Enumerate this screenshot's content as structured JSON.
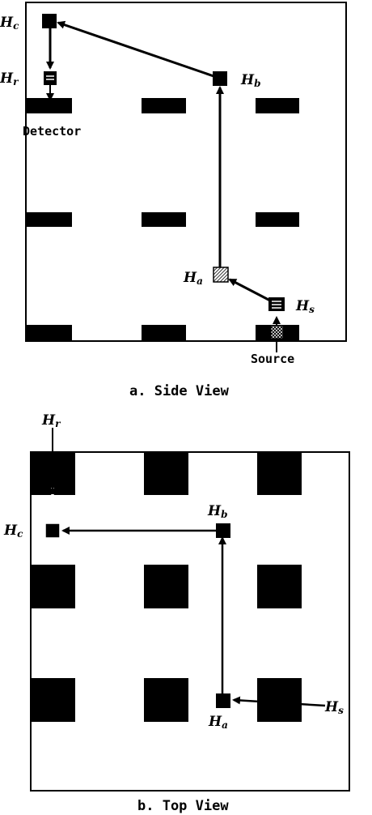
{
  "side_view": {
    "caption": "a. Side View",
    "detector_label": "Detector",
    "source_label": "Source",
    "nodes": {
      "c": {
        "sym": "H",
        "sub": "c"
      },
      "r": {
        "sym": "H",
        "sub": "r"
      },
      "b": {
        "sym": "H",
        "sub": "b"
      },
      "a": {
        "sym": "H",
        "sub": "a"
      },
      "s": {
        "sym": "H",
        "sub": "s"
      }
    }
  },
  "top_view": {
    "caption": "b. Top View",
    "nodes": {
      "r": {
        "sym": "H",
        "sub": "r"
      },
      "c": {
        "sym": "H",
        "sub": "c"
      },
      "b": {
        "sym": "H",
        "sub": "b"
      },
      "a": {
        "sym": "H",
        "sub": "a"
      },
      "s": {
        "sym": "H",
        "sub": "s"
      }
    }
  },
  "colors": {
    "ink": "#000000",
    "paper": "#ffffff"
  }
}
